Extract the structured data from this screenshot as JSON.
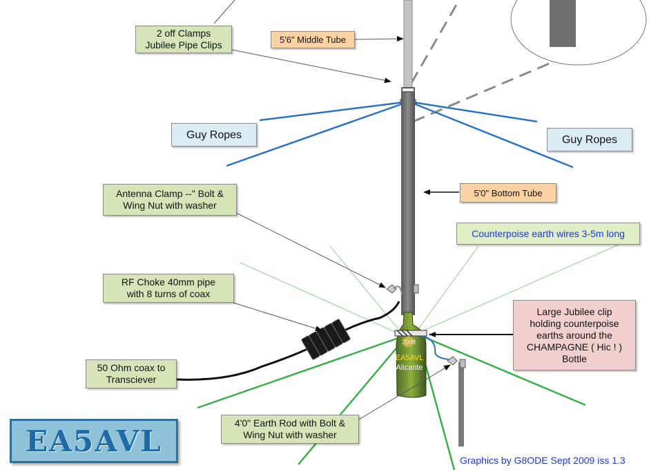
{
  "labels": {
    "clamps": [
      "2 off Clamps",
      "Jubilee Pipe Clips"
    ],
    "middle_tube": "5'6\" Middle Tube",
    "guy_left": "Guy Ropes",
    "guy_right": "Guy Ropes",
    "bottom_tube": "5'0\" Bottom  Tube",
    "antenna_clamp": [
      "Antenna Clamp  --\" Bolt &",
      "Wing Nut with washer"
    ],
    "counterpoise": "Counterpoise earth wires 3-5m long",
    "rf_choke": [
      "RF Choke  40mm pipe",
      "with  8 turns of coax"
    ],
    "jubilee": [
      "Large Jubilee clip",
      "holding counterpoise",
      "earths around the",
      "CHAMPAGNE ( Hic ! )",
      "Bottle"
    ],
    "coax": [
      "50 Ohm coax to",
      "Transciever"
    ],
    "earth_rod": [
      "4'0\" Earth Rod with Bolt &",
      "Wing Nut with washer"
    ]
  },
  "bottle": {
    "year": "2008",
    "callsign": "EA5AVL",
    "city": "Alicante"
  },
  "logo": "EA5AVL",
  "credit": "Graphics by G8ODE Sept 2009  iss 1.3",
  "colors": {
    "guy": "#2a73c4",
    "counterpoise": "#3aae4a",
    "label_green": "#d6e5b8",
    "text_blue": "#1d39d4"
  }
}
